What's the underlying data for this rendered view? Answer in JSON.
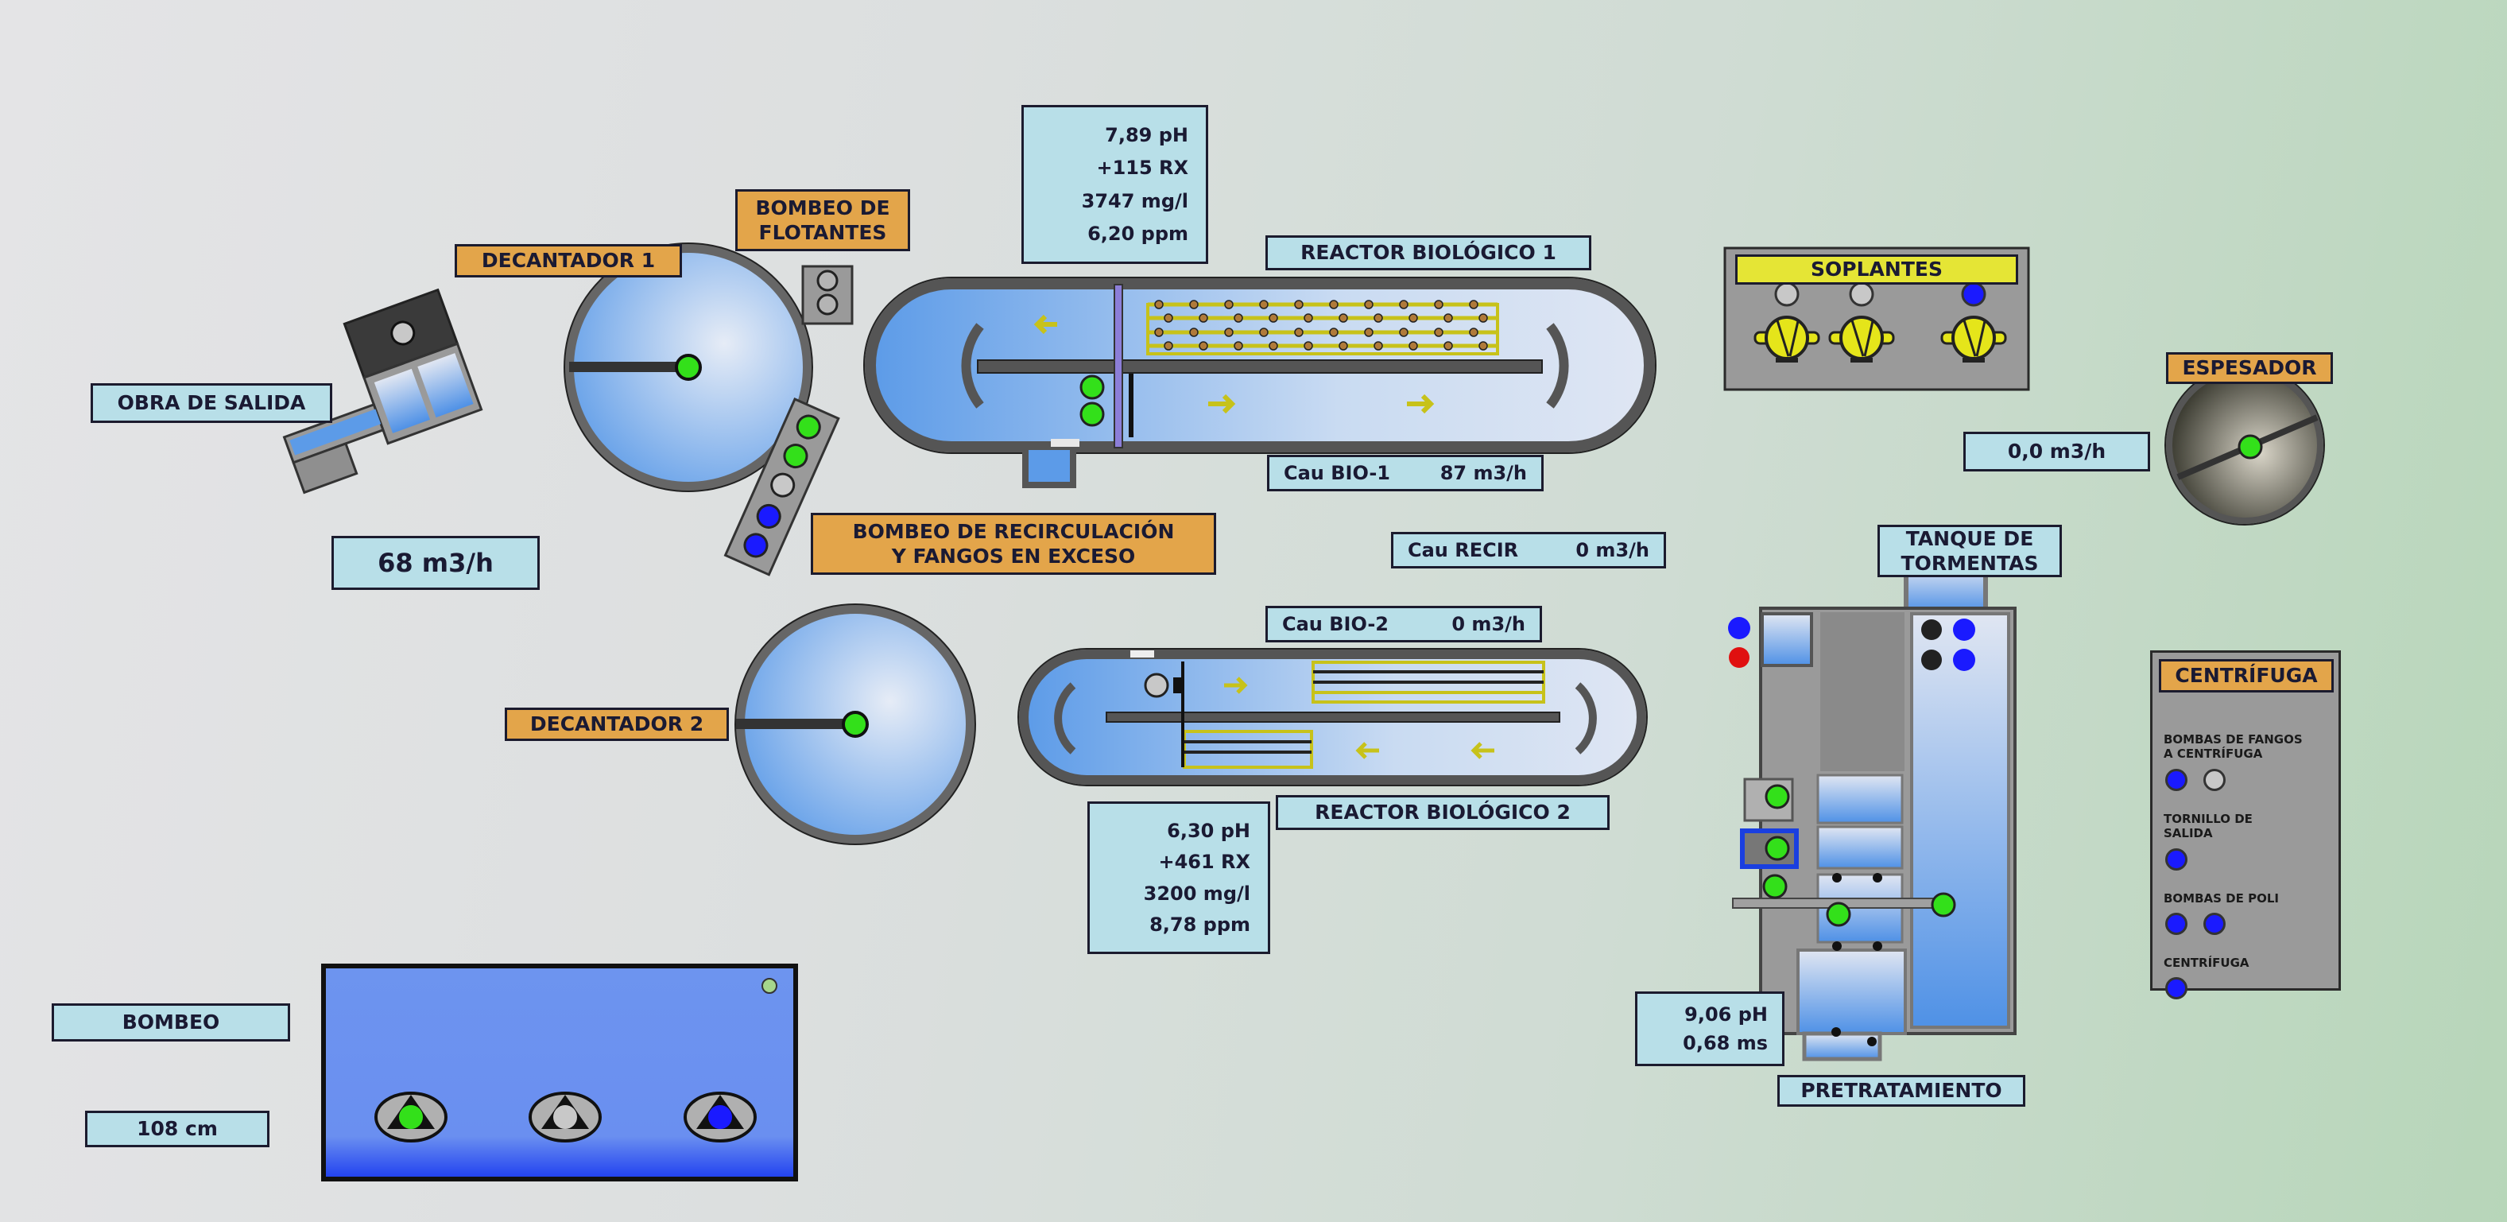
{
  "decantador1": {
    "label": "DECANTADOR 1"
  },
  "decantador2": {
    "label": "DECANTADOR 2"
  },
  "bombeo_flotantes": {
    "label_line1": "BOMBEO DE",
    "label_line2": "FLOTANTES"
  },
  "obra_salida": {
    "label": "OBRA DE SALIDA",
    "flow": "68 m3/h"
  },
  "recirculacion": {
    "label_line1": "BOMBEO DE RECIRCULACIÓN",
    "label_line2": "Y FANGOS EN EXCESO",
    "pump_states": [
      "on",
      "on",
      "off",
      "standby",
      "standby"
    ]
  },
  "reactor1": {
    "title": "REACTOR BIOLÓGICO 1",
    "readings": [
      "7,89 pH",
      "+115 RX",
      "3747 mg/l",
      "6,20 ppm"
    ],
    "flow_label": "Cau BIO-1",
    "flow_value": "87 m3/h"
  },
  "reactor2": {
    "title": "REACTOR BIOLÓGICO 2",
    "readings": [
      "6,30 pH",
      "+461 RX",
      "3200 mg/l",
      "8,78 ppm"
    ],
    "flow_label": "Cau BIO-2",
    "flow_value": "0 m3/h"
  },
  "recir_flow": {
    "label": "Cau RECIR",
    "value": "0 m3/h"
  },
  "soplantes": {
    "title": "SOPLANTES",
    "states": [
      "off",
      "off",
      "standby"
    ]
  },
  "espesador": {
    "label": "ESPESADOR",
    "flow": "0,0 m3/h"
  },
  "tanque_tormentas": {
    "label_line1": "TANQUE DE",
    "label_line2": "TORMENTAS"
  },
  "pretratamiento": {
    "label": "PRETRATAMIENTO",
    "readings": [
      "9,06 pH",
      "0,68 ms"
    ]
  },
  "centrifuga": {
    "title": "CENTRÍFUGA",
    "groups": [
      {
        "label_line1": "BOMBAS DE FANGOS",
        "label_line2": "A CENTRÍFUGA",
        "states": [
          "standby",
          "off"
        ]
      },
      {
        "label_line1": "TORNILLO DE",
        "label_line2": "SALIDA",
        "states": [
          "standby"
        ]
      },
      {
        "label_line1": "BOMBAS DE POLI",
        "label_line2": "",
        "states": [
          "standby",
          "standby"
        ]
      },
      {
        "label_line1": "CENTRÍFUGA",
        "label_line2": "",
        "states": [
          "standby"
        ]
      }
    ]
  },
  "bombeo": {
    "label": "BOMBEO",
    "level": "108 cm",
    "pump_states": [
      "on",
      "off",
      "standby"
    ]
  },
  "colors": {
    "on": "#33e01a",
    "off": "#c8c8c8",
    "standby": "#1a1aff",
    "fault": "#e01010",
    "label_orange": "#e3a54a",
    "label_cyan": "#b8dfe8"
  }
}
